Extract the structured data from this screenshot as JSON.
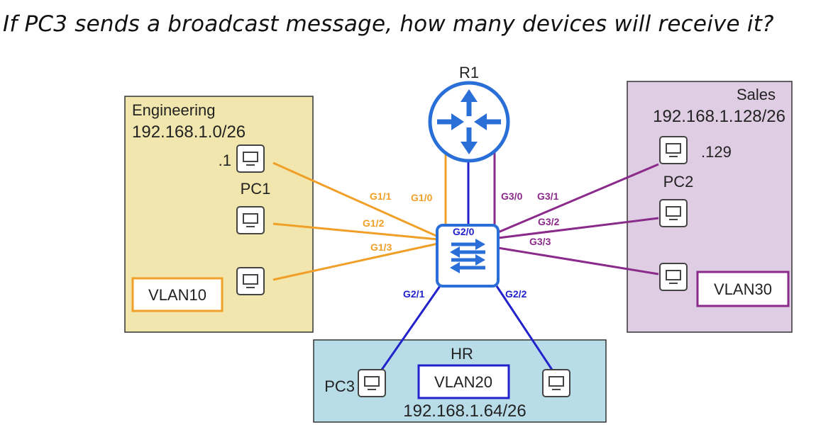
{
  "question": "If PC3 sends a broadcast message, how many devices will receive it?",
  "colors": {
    "vlan10": "#f0a028",
    "vlan20": "#2222cc",
    "vlan30": "#8a2a8a",
    "switch": "#2a6fd8"
  },
  "router": {
    "name": "R1"
  },
  "areas": {
    "engineering": {
      "name": "Engineering",
      "subnet": "192.168.1.0/26",
      "vlan": "VLAN10"
    },
    "sales": {
      "name": "Sales",
      "subnet": "192.168.1.128/26",
      "vlan": "VLAN30"
    },
    "hr": {
      "name": "HR",
      "subnet": "192.168.1.64/26",
      "vlan": "VLAN20"
    }
  },
  "hosts": {
    "pc1": {
      "name": "PC1",
      "ip": ".1"
    },
    "pc2": {
      "name": "PC2",
      "ip": ".129"
    },
    "pc3": {
      "name": "PC3"
    }
  },
  "ports": {
    "g1_0": "G1/0",
    "g1_1": "G1/1",
    "g1_2": "G1/2",
    "g1_3": "G1/3",
    "g2_0": "G2/0",
    "g2_1": "G2/1",
    "g2_2": "G2/2",
    "g3_0": "G3/0",
    "g3_1": "G3/1",
    "g3_2": "G3/2",
    "g3_3": "G3/3"
  }
}
